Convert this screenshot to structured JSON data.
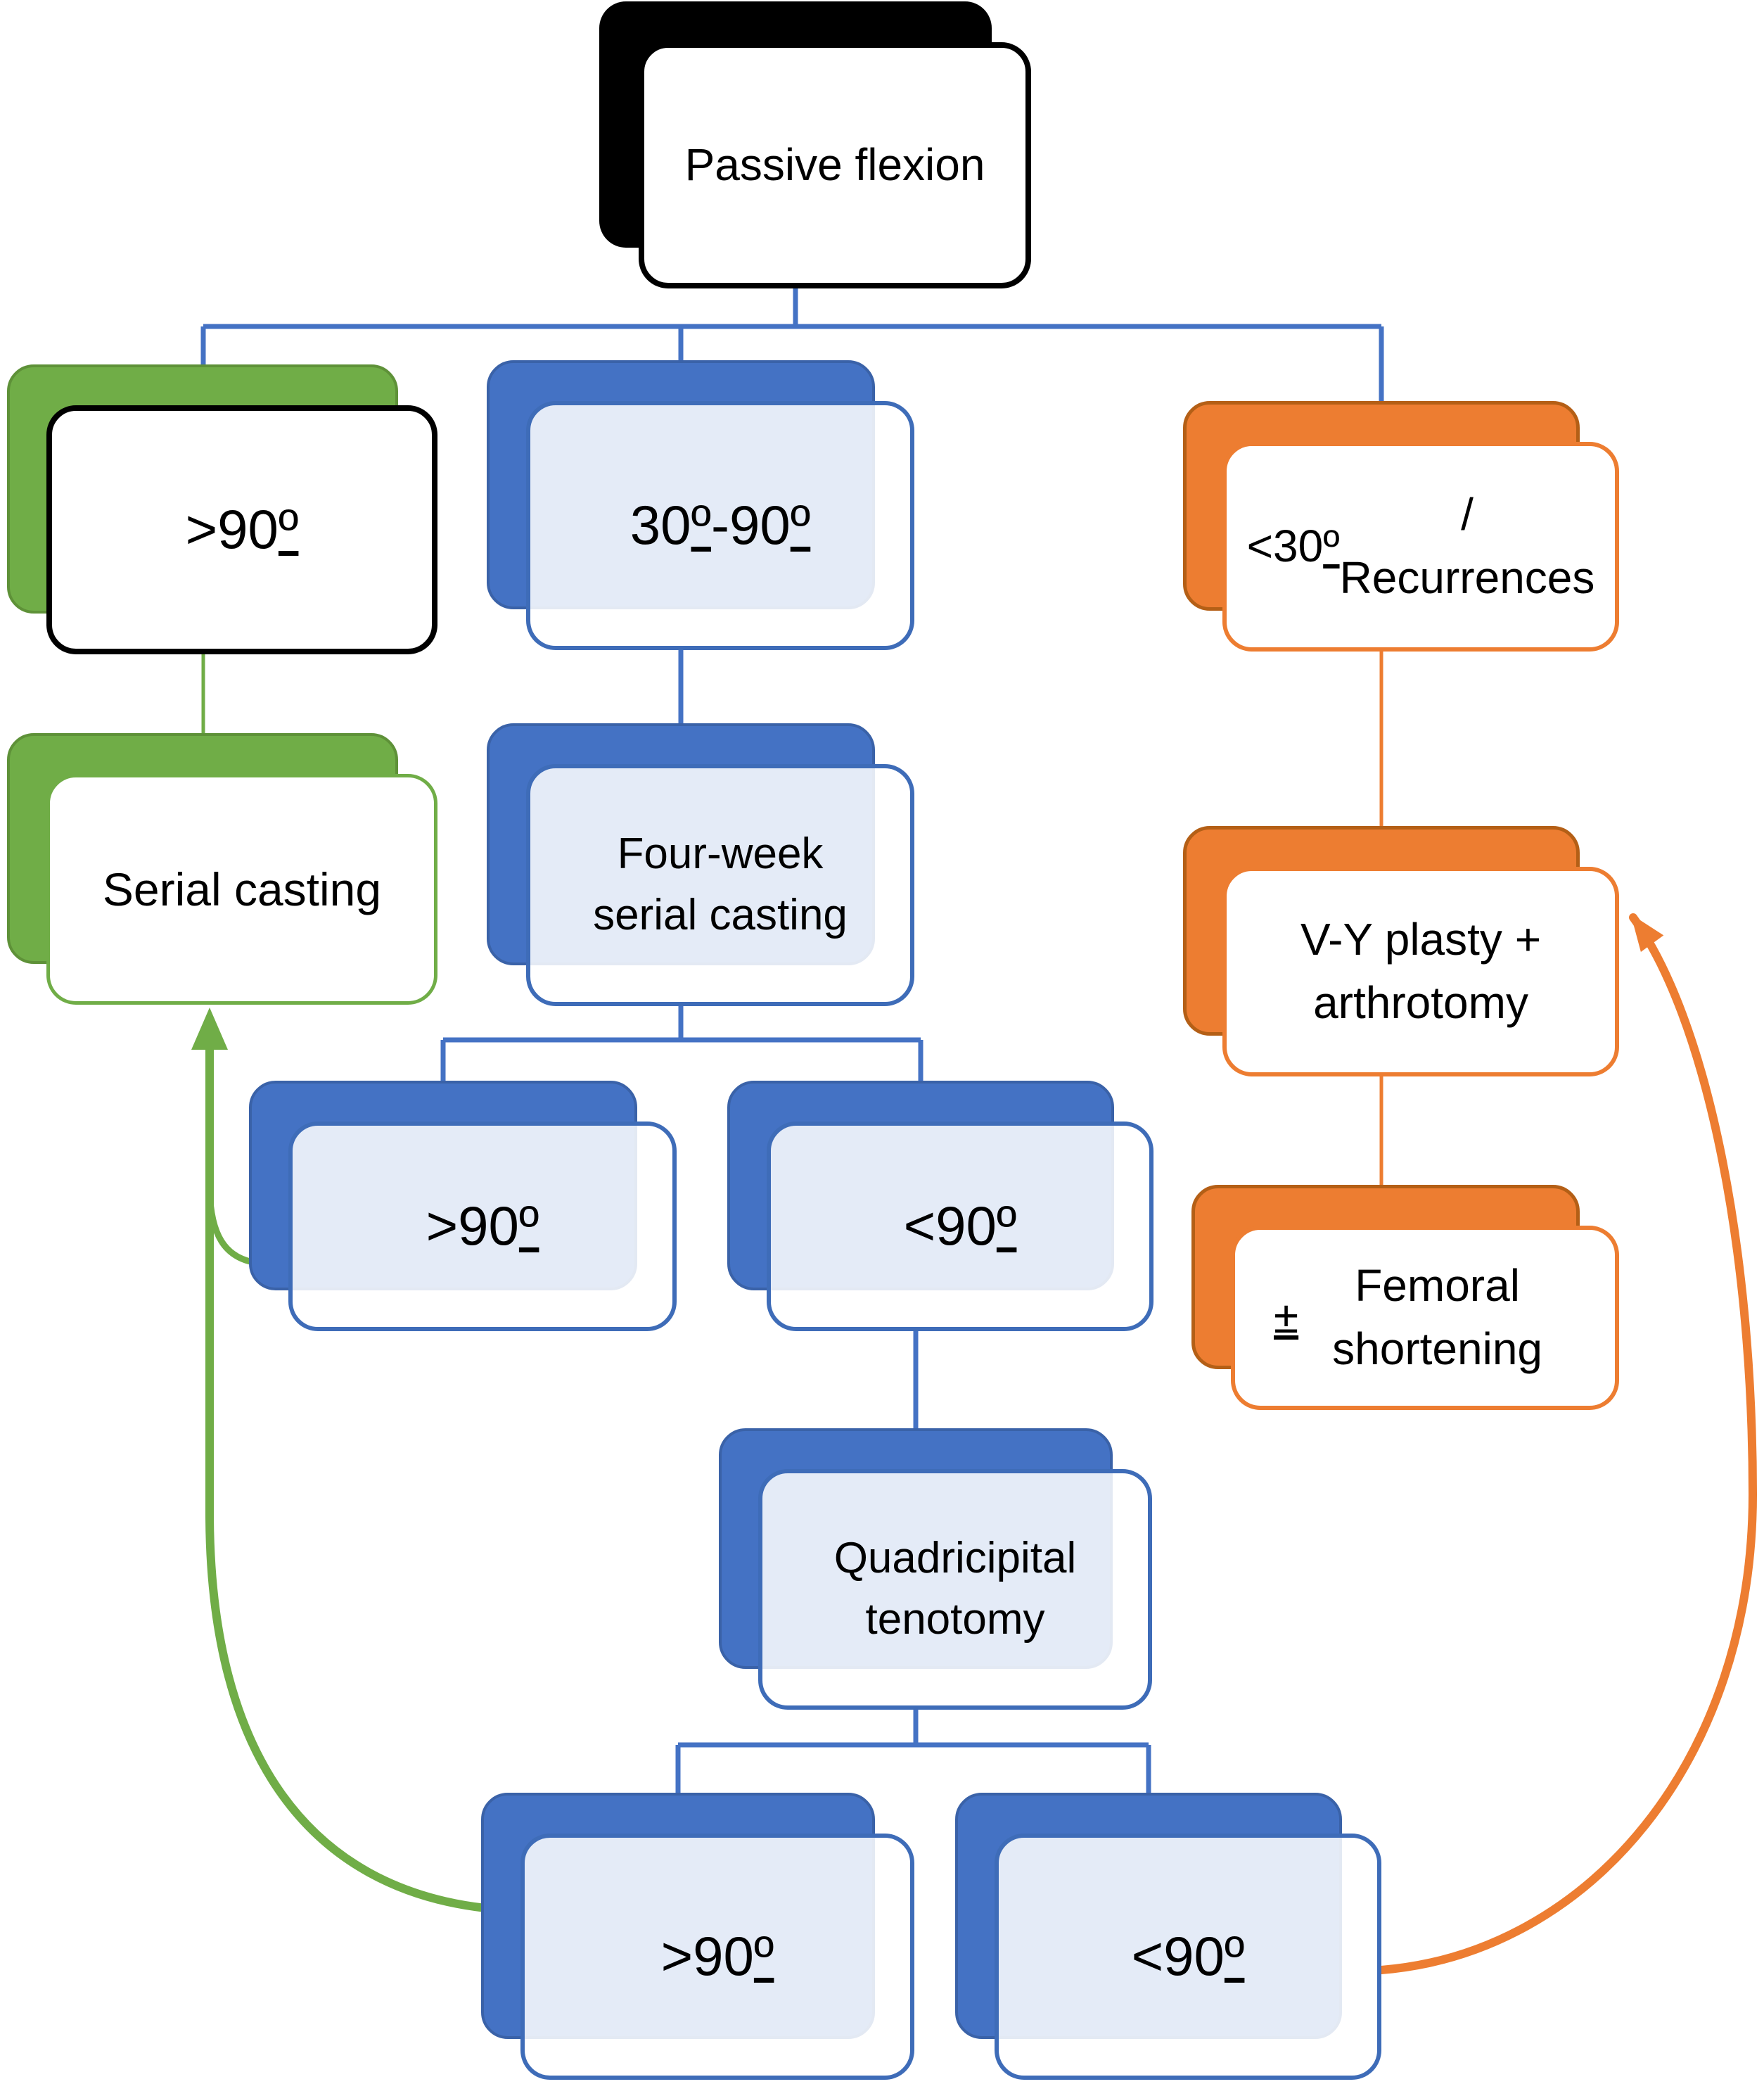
{
  "diagram": {
    "type": "flowchart",
    "root_label": "Passive flexion"
  },
  "nodes": {
    "passive_flexion": {
      "label": "Passive flexion",
      "branch": "root",
      "color": "#000000"
    },
    "gt90_initial": {
      "label": ">90º",
      "branch": "green",
      "color": "#70AD47"
    },
    "serial_casting": {
      "label": "Serial casting",
      "branch": "green",
      "color": "#70AD47"
    },
    "range_30_90": {
      "label": "30º-90º",
      "branch": "blue",
      "color": "#4472C4"
    },
    "four_week_casting": {
      "label": "Four-week serial casting",
      "branch": "blue",
      "color": "#4472C4"
    },
    "gt90_after_casting": {
      "label": ">90º",
      "branch": "blue",
      "color": "#4472C4"
    },
    "lt90_after_casting": {
      "label": "<90º",
      "branch": "blue",
      "color": "#4472C4"
    },
    "quadricipital_tenotomy": {
      "label": "Quadricipital tenotomy",
      "branch": "blue",
      "color": "#4472C4"
    },
    "gt90_after_tenotomy": {
      "label": ">90º",
      "branch": "blue",
      "color": "#4472C4"
    },
    "lt90_after_tenotomy": {
      "label": "<90º",
      "branch": "blue",
      "color": "#4472C4"
    },
    "lt30_recurrences": {
      "label": "<30º / Recurrences",
      "branch": "orange",
      "color": "#ED7D31"
    },
    "vy_plasty_arthrotomy": {
      "label": "V-Y plasty + arthrotomy",
      "branch": "orange",
      "color": "#ED7D31"
    },
    "femoral_shortening": {
      "label": "± Femoral shortening",
      "branch": "orange",
      "color": "#ED7D31"
    }
  },
  "colors": {
    "blue": "#4472C4",
    "green": "#70AD47",
    "orange": "#ED7D31",
    "black": "#000000",
    "tint_fill": "#E9EEF8",
    "text": "#000000",
    "background": "#FFFFFF"
  }
}
